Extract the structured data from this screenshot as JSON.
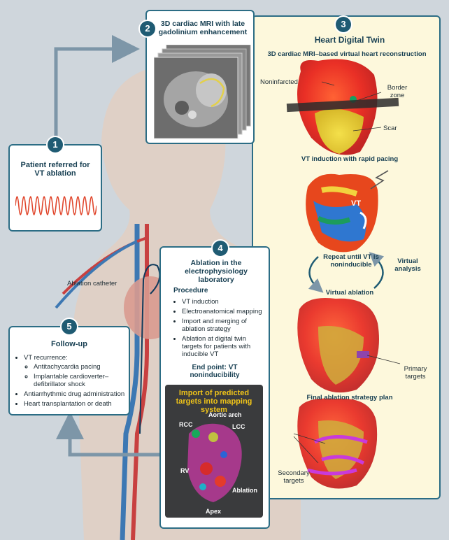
{
  "step1": {
    "number": "1",
    "title": "Patient referred for VT ablation"
  },
  "step2": {
    "number": "2",
    "title": "3D cardiac MRI with late gadolinium enhancement"
  },
  "step3": {
    "number": "3",
    "title": "Heart Digital Twin",
    "subtitle": "3D cardiac MRI–based virtual heart reconstruction",
    "noninfarcted": "Noninfarcted",
    "border_zone": "Border zone",
    "scar": "Scar",
    "vt_induction": "VT induction with rapid pacing",
    "vt_label": "VT",
    "repeat": "Repeat until VT is noninducible",
    "virtual_analysis": "Virtual analysis",
    "virtual_ablation": "Virtual ablation",
    "primary_targets": "Primary targets",
    "final_plan": "Final ablation strategy plan",
    "secondary_targets": "Secondary targets"
  },
  "step4": {
    "number": "4",
    "title": "Ablation in the electrophysiology laboratory",
    "procedure_heading": "Procedure",
    "procedure_items": [
      "VT induction",
      "Electroanatomical mapping",
      "Import and merging of ablation strategy",
      "Ablation at digital twin targets for patients with inducible VT"
    ],
    "end_point": "End point: VT noninducibility"
  },
  "step5": {
    "number": "5",
    "title": "Follow-up",
    "recurrence": "VT recurrence:",
    "sub_items": [
      "Antitachycardia pacing",
      "Implantable cardioverter–defibrillator shock"
    ],
    "items": [
      "Antiarrhythmic drug administration",
      "Heart transplantation or death"
    ]
  },
  "ablation_catheter": "Ablation catheter",
  "mapping": {
    "title": "Import of predicted targets into mapping system",
    "aortic_arch": "Aortic arch",
    "rcc": "RCC",
    "lcc": "LCC",
    "rv": "RV",
    "ablation": "Ablation",
    "apex": "Apex"
  },
  "colors": {
    "card_border": "#2c6d85",
    "badge": "#1f5b73",
    "arrow": "#7d96a8",
    "panel_bg": "#fdf8dc",
    "ecg": "#e0452b",
    "mapping_title": "#f0c419"
  }
}
